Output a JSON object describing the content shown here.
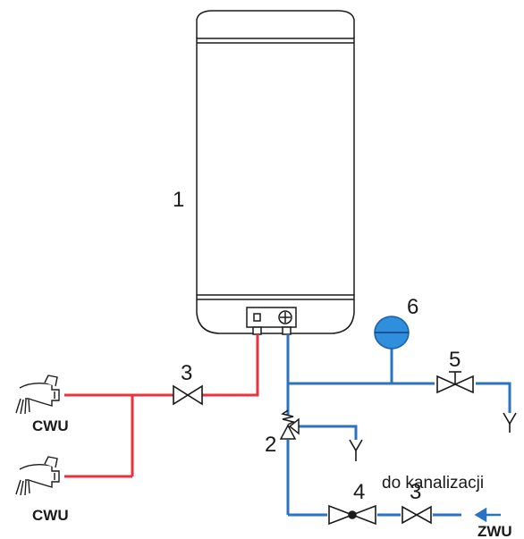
{
  "labels": {
    "heater": "1",
    "safety_valve": "2",
    "valve_hot": "3",
    "valve_cold": "3",
    "reducer": "4",
    "drain_valve": "5",
    "expansion_vessel": "6",
    "cwu_top": "CWU",
    "cwu_bottom": "CWU",
    "zwu": "ZWU",
    "drain_text": "do kanalizacji"
  },
  "colors": {
    "hot_pipe": "#e8323c",
    "cold_pipe": "#2a72c4",
    "vessel": "#2f8fdc",
    "outline": "#1a1a1a"
  },
  "icons": [
    "faucet-icon",
    "faucet-icon",
    "gate-valve-icon",
    "safety-valve-icon",
    "pressure-reducer-icon",
    "drain-valve-icon",
    "expansion-vessel-icon",
    "drain-funnel-icon",
    "arrow-left-icon"
  ]
}
